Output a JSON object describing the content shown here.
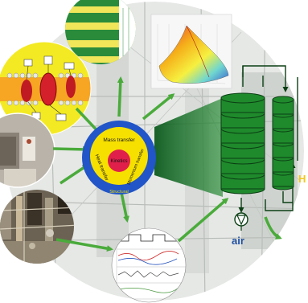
{
  "hub": {
    "ring_outer": "Mass transfer",
    "ring_left": "Heat transfer",
    "ring_right": "Momentum transfer",
    "ring_bottom": "Structural",
    "core": "Kinetics"
  },
  "labels": {
    "air": "air",
    "h_label": "H"
  },
  "colors": {
    "hub_blue": "#2155c8",
    "hub_yellow": "#f6e000",
    "core_red": "#e0204a",
    "arrow_green": "#4aab3b",
    "column_green": "#1f8a2c",
    "column_dark": "#0b3f14",
    "air_blue": "#1f4fa0",
    "bio_yellow": "#f3ea24"
  },
  "icons": {
    "pump": "pump-icon",
    "hub": "transport-phenomena-hub"
  }
}
